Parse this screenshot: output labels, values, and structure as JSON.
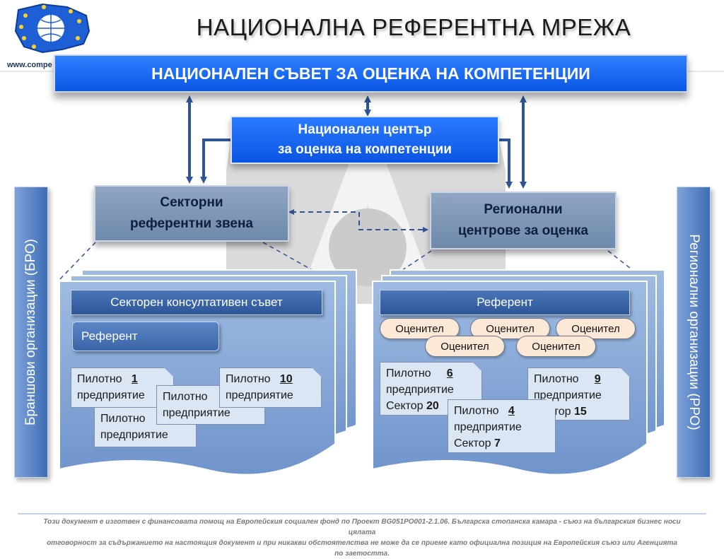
{
  "header": {
    "title": "НАЦИОНАЛНА РЕФЕРЕНТНА МРЕЖА",
    "website": "www.compe"
  },
  "diagram": {
    "top_council": "НАЦИОНАЛЕН СЪВЕТ ЗА ОЦЕНКА НА КОМПЕТЕНЦИИ",
    "center": {
      "line1": "Национален център",
      "line2": "за оценка на компетенции"
    },
    "sector_units": {
      "line1": "Секторни",
      "line2": "референтни звена"
    },
    "regional_centers": {
      "line1": "Регионални",
      "line2": "центрове за оценка"
    },
    "left_bar": "Браншови организации (БРО)",
    "right_bar": "Регионални организации (РРО)",
    "left_panel": {
      "header": "Секторен консултативен съвет",
      "referent": "Референт",
      "cards": [
        {
          "line1": "Пилотно",
          "num": "1",
          "line2": "предприятие"
        },
        {
          "line1": "Пилотно",
          "num": "",
          "line2": "предприятие"
        },
        {
          "line1": "Пилотно",
          "num": "10",
          "line2": "предприятие"
        },
        {
          "line1": "Пилотно",
          "num": "",
          "line2": "предприятие"
        }
      ]
    },
    "right_panel": {
      "header": "Референт",
      "evaluators": [
        "Оценител",
        "Оценител",
        "Оценител",
        "Оценител",
        "Оценител"
      ],
      "cards": [
        {
          "line1": "Пилотно",
          "num": "6",
          "line2": "предприятие",
          "sector_label": "Сектор",
          "sector": "20"
        },
        {
          "line1": "Пилотно",
          "num": "9",
          "line2": "предприятие",
          "sector_label": "Сектор",
          "sector": "15"
        },
        {
          "line1": "Пилотно",
          "num": "4",
          "line2": "предприятие",
          "sector_label": "Сектор",
          "sector": "7"
        }
      ]
    }
  },
  "footer": {
    "line1": "Този документ е изготвен с финансовата помощ на Европейския социален фонд по Проект BG051PO001-2.1.06. Българска стопанска камара - съюз на българския бизнес носи цялата",
    "line2": "отговорност за съдържанието на настоящия документ и при никакви обстоятелства не може да се приеме като официална позиция на Европейския съюз или Агенцията по заетостта."
  }
}
